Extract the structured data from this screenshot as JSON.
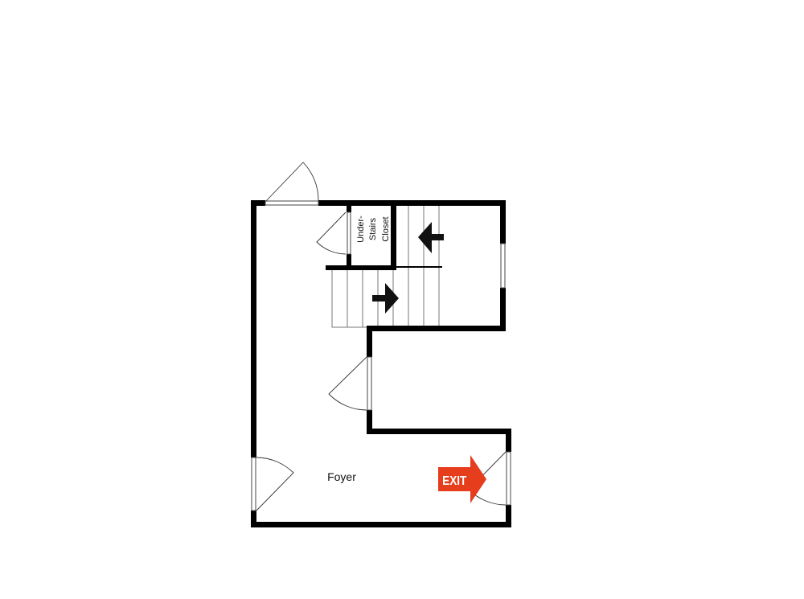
{
  "rooms": {
    "foyer": "Foyer",
    "closet_lines": [
      "Under-",
      "Stairs",
      "Closet"
    ]
  },
  "exit_sign": {
    "label": "EXIT",
    "color": "#e63d1c"
  },
  "icons": [
    "door-swing-icon",
    "stair-direction-arrow-icon",
    "window-icon",
    "exit-arrow-icon"
  ]
}
